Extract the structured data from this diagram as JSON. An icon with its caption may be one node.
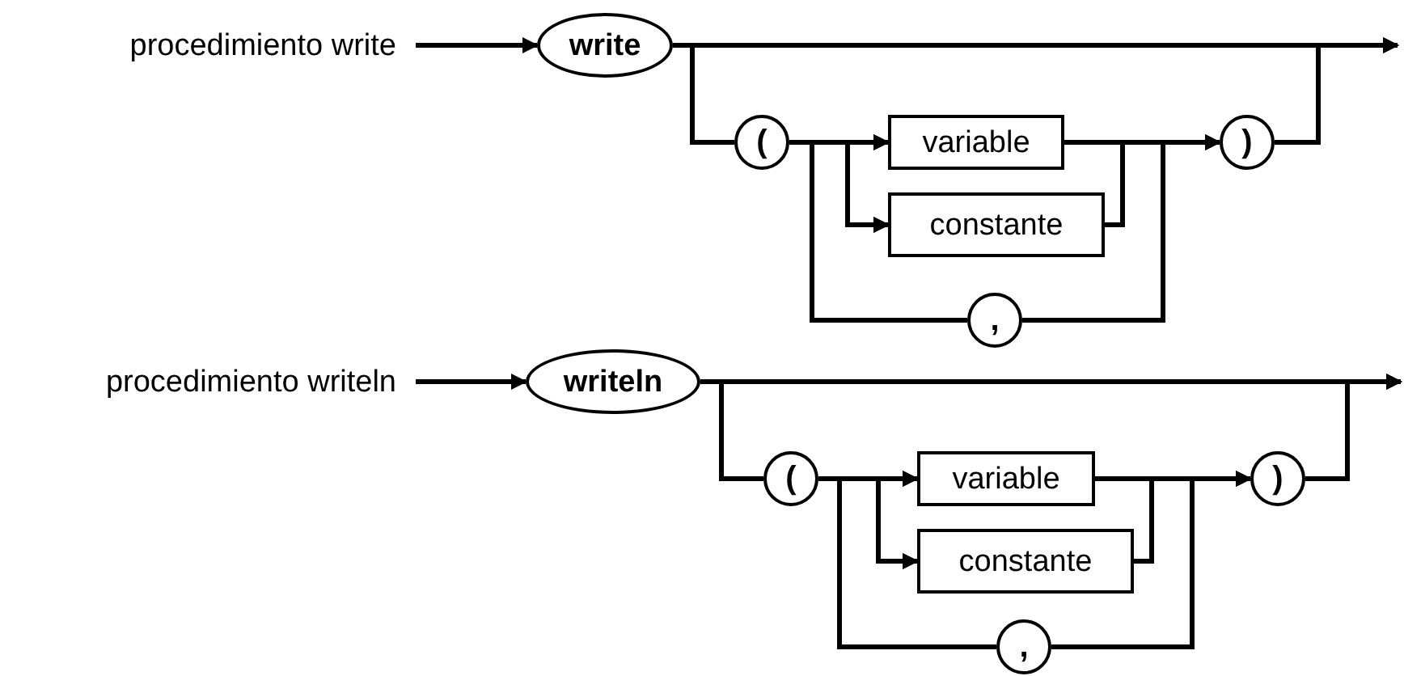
{
  "diagram": {
    "nodes": [
      {
        "text": [
          "procedimiento write"
        ]
      },
      {
        "text": [
          "write"
        ]
      },
      {
        "text": [
          "("
        ]
      },
      {
        "text": [
          "variable"
        ]
      },
      {
        "text": [
          "constante"
        ]
      },
      {
        "text": [
          ")"
        ]
      },
      {
        "text": [
          ","
        ]
      },
      {
        "text": [
          "procedimiento writeln"
        ]
      },
      {
        "text": [
          "writeln"
        ]
      },
      {
        "text": [
          "("
        ]
      },
      {
        "text": [
          "variable"
        ]
      },
      {
        "text": [
          "constante"
        ]
      },
      {
        "text": [
          ")"
        ]
      },
      {
        "text": [
          ","
        ]
      }
    ],
    "edges": [
      {
        "from": 0,
        "to": 1,
        "arrow": "to"
      },
      {
        "from": 1,
        "to": null,
        "arrow": "to"
      },
      {
        "from": 1,
        "to": 2,
        "arrow": "none"
      },
      {
        "from": 2,
        "to": 3,
        "arrow": "to"
      },
      {
        "from": 2,
        "to": 4,
        "arrow": "to"
      },
      {
        "from": 3,
        "to": 5,
        "arrow": "to"
      },
      {
        "from": 4,
        "to": 5,
        "arrow": "to"
      },
      {
        "from": 5,
        "to": null,
        "arrow": "to"
      },
      {
        "from": 3,
        "to": 6,
        "arrow": "none"
      },
      {
        "from": 4,
        "to": 6,
        "arrow": "none"
      },
      {
        "from": 6,
        "to": 3,
        "arrow": "to"
      },
      {
        "from": 6,
        "to": 4,
        "arrow": "to"
      },
      {
        "from": 7,
        "to": 8,
        "arrow": "to"
      },
      {
        "from": 8,
        "to": null,
        "arrow": "to"
      },
      {
        "from": 8,
        "to": 9,
        "arrow": "none"
      },
      {
        "from": 9,
        "to": 10,
        "arrow": "to"
      },
      {
        "from": 9,
        "to": 11,
        "arrow": "to"
      },
      {
        "from": 10,
        "to": 12,
        "arrow": "to"
      },
      {
        "from": 11,
        "to": 12,
        "arrow": "to"
      },
      {
        "from": 12,
        "to": null,
        "arrow": "to"
      },
      {
        "from": 10,
        "to": 13,
        "arrow": "none"
      },
      {
        "from": 11,
        "to": 13,
        "arrow": "none"
      },
      {
        "from": 13,
        "to": 10,
        "arrow": "to"
      },
      {
        "from": 13,
        "to": 11,
        "arrow": "to"
      }
    ]
  }
}
